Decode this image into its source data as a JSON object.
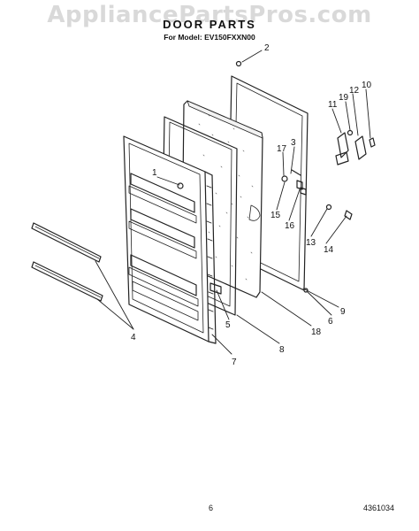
{
  "watermark": "AppliancePartsPros.com",
  "title": "DOOR PARTS",
  "subtitle": "For Model: EV150FXXN00",
  "page_number": "6",
  "document_number": "4361034",
  "callouts": [
    "1",
    "2",
    "3",
    "4",
    "5",
    "6",
    "7",
    "8",
    "9",
    "10",
    "11",
    "12",
    "13",
    "14",
    "15",
    "16",
    "17",
    "18",
    "19"
  ]
}
